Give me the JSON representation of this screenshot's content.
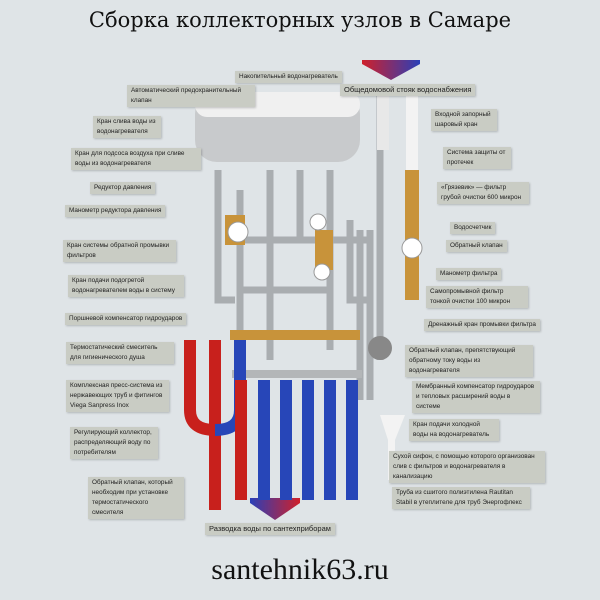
{
  "title": "Сборка коллекторных узлов в Самаре",
  "footer": "santehnik63.ru",
  "labels": {
    "heater": "Накопительный водонагреватель",
    "riser": "Общедомовой стояк водоснабжения",
    "safety_valve": "Автоматический предохранительный клапан",
    "drain_valve": "Кран слива воды из водонагревателя",
    "air_valve": "Кран для подсоса воздуха при сливе воды из водонагревателя",
    "reducer": "Редуктор давления",
    "reducer_gauge": "Манометр редуктора давления",
    "backwash_valve": "Кран системы обратной промывки фильтров",
    "hot_supply_valve": "Кран подачи подогретой водонагревателем воды в систему",
    "piston_comp": "Поршневой компенсатор гидроударов",
    "thermo_mixer": "Термостатический смеситель для гигиенического душа",
    "press_system": "Комплексная пресс-система из нержавеющих труб и фитингов Viega Sanpress Inox",
    "manifold": "Регулирующий коллектор, распределяющий воду по потребителям",
    "check_valve_thermo": "Обратный клапан, который необходим при установке термостатического смесителя",
    "inlet_valve": "Входной запорный шаровый кран",
    "leak_protection": "Система защиты от протечек",
    "mud_filter": "«Грязевик» — фильтр грубой очистки 600 микрон",
    "meter": "Водосчетчик",
    "check_valve": "Обратный клапан",
    "filter_gauge": "Манометр фильтра",
    "fine_filter": "Самопромывной фильтр тонкой очистки 100 микрон",
    "drain_flush": "Дренажный кран промывки фильтра",
    "check_valve_heater": "Обратный клапан, препятствующий обратному току воды из водонагревателя",
    "membrane_comp": "Мембранный компенсатор гидроударов и тепловых расширений воды в системе",
    "cold_supply": "Кран подачи холодной воды на водонагреватель",
    "siphon": "Сухой сифон, с помощью которого организован слив с фильтров и водонагревателя в канализацию",
    "pipe": "Труба из сшитого полиэтилена Rautitan Stabil в утеплителе для труб Энергофлекс",
    "distribution": "Разводка воды по сантехприборам"
  },
  "colors": {
    "hot": "#c8201c",
    "cold": "#2746b8",
    "steel": "#a9adb0",
    "brass": "#c8933a"
  }
}
